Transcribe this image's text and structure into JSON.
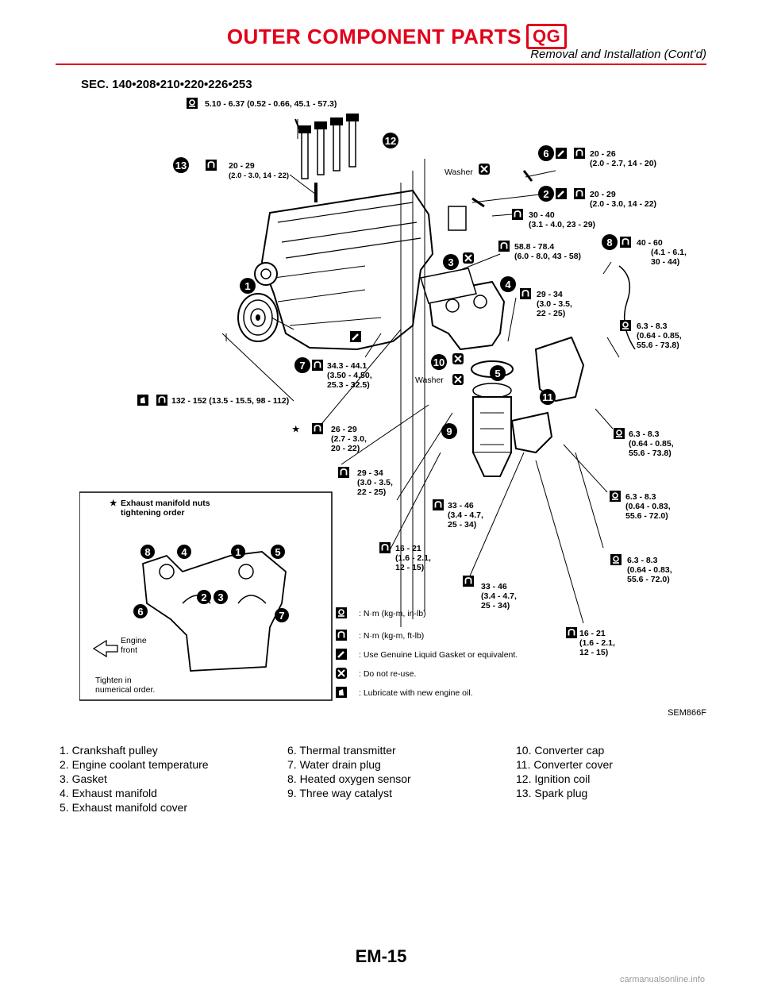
{
  "header": {
    "title": "OUTER COMPONENT PARTS",
    "badge": "QG",
    "subtitle": "Removal and Installation (Cont’d)"
  },
  "section_code": "SEC. 140•208•210•220•226•253",
  "diagram": {
    "torques": {
      "t1": "5.10 - 6.37 (0.52 - 0.66, 45.1 - 57.3)",
      "t2a": "20 - 29",
      "t2b": "(2.0 - 3.0, 14 - 22)",
      "t3a": "20 - 26",
      "t3b": "(2.0 - 2.7, 14 - 20)",
      "t4a": "20 - 29",
      "t4b": "(2.0 - 3.0, 14 - 22)",
      "t5a": "30 - 40",
      "t5b": "(3.1 - 4.0, 23 - 29)",
      "t6a": "58.8 - 78.4",
      "t6b": "(6.0 - 8.0, 43 - 58)",
      "t7a": "40 - 60",
      "t7b": "(4.1 - 6.1,",
      "t7c": "30 - 44)",
      "t8a": "29 - 34",
      "t8b": "(3.0 - 3.5,",
      "t8c": "22 - 25)",
      "t9a": "6.3 - 8.3",
      "t9b": "(0.64 - 0.85,",
      "t9c": "55.6 - 73.8)",
      "t10a": "34.3 - 44.1",
      "t10b": "(3.50 - 4.50,",
      "t10c": "25.3 - 32.5)",
      "t11": "132 - 152 (13.5 - 15.5, 98 - 112)",
      "t12a": "26 - 29",
      "t12b": "(2.7 - 3.0,",
      "t12c": "20 - 22)",
      "t13a": "6.3 - 8.3",
      "t13b": "(0.64 - 0.85,",
      "t13c": "55.6 - 73.8)",
      "t14a": "29 - 34",
      "t14b": "(3.0 - 3.5,",
      "t14c": "22 - 25)",
      "t15a": "6.3 - 8.3",
      "t15b": "(0.64 - 0.83,",
      "t15c": "55.6 - 72.0)",
      "t16a": "33 - 46",
      "t16b": "(3.4 - 4.7,",
      "t16c": "25 - 34)",
      "t17a": "16 - 21",
      "t17b": "(1.6 - 2.1,",
      "t17c": "12 - 15)",
      "t18a": "6.3 - 8.3",
      "t18b": "(0.64 - 0.83,",
      "t18c": "55.6 - 72.0)",
      "t19a": "33 - 46",
      "t19b": "(3.4 - 4.7,",
      "t19c": "25 - 34)",
      "t20a": "16 - 21",
      "t20b": "(1.6 - 2.1,",
      "t20c": "12 - 15)"
    },
    "washer_label": "Washer",
    "callouts": [
      "1",
      "2",
      "3",
      "4",
      "5",
      "6",
      "7",
      "8",
      "9",
      "10",
      "11",
      "12",
      "13"
    ],
    "inset": {
      "star": "★",
      "title_line1": "Exhaust manifold nuts",
      "title_line2": "tightening order",
      "order": [
        "8",
        "4",
        "1",
        "5",
        "2",
        "3",
        "6",
        "7"
      ],
      "engine_front_1": "Engine",
      "engine_front_2": "front",
      "note_1": "Tighten in",
      "note_2": "numerical order."
    },
    "symbols": {
      "nm_in_lb": ": N·m (kg-m, in-lb)",
      "nm_ft_lb": ": N·m (kg-m, ft-lb)",
      "liquid_gasket": ": Use Genuine Liquid Gasket or equivalent.",
      "do_not_reuse": ": Do not re-use.",
      "lubricate": ": Lubricate with new engine oil."
    },
    "figure_id": "SEM866F"
  },
  "parts_legend": {
    "col1": [
      "1. Crankshaft pulley",
      "2. Engine coolant temperature",
      "3. Gasket",
      "4. Exhaust manifold",
      "5. Exhaust manifold cover"
    ],
    "col2": [
      "6. Thermal transmitter",
      "7. Water drain plug",
      "8. Heated oxygen sensor",
      "9. Three way catalyst"
    ],
    "col3": [
      "10. Converter cap",
      "11. Converter cover",
      "12. Ignition coil",
      "13. Spark plug"
    ]
  },
  "page_number": "EM-15",
  "watermark": "carmanualsonline.info"
}
